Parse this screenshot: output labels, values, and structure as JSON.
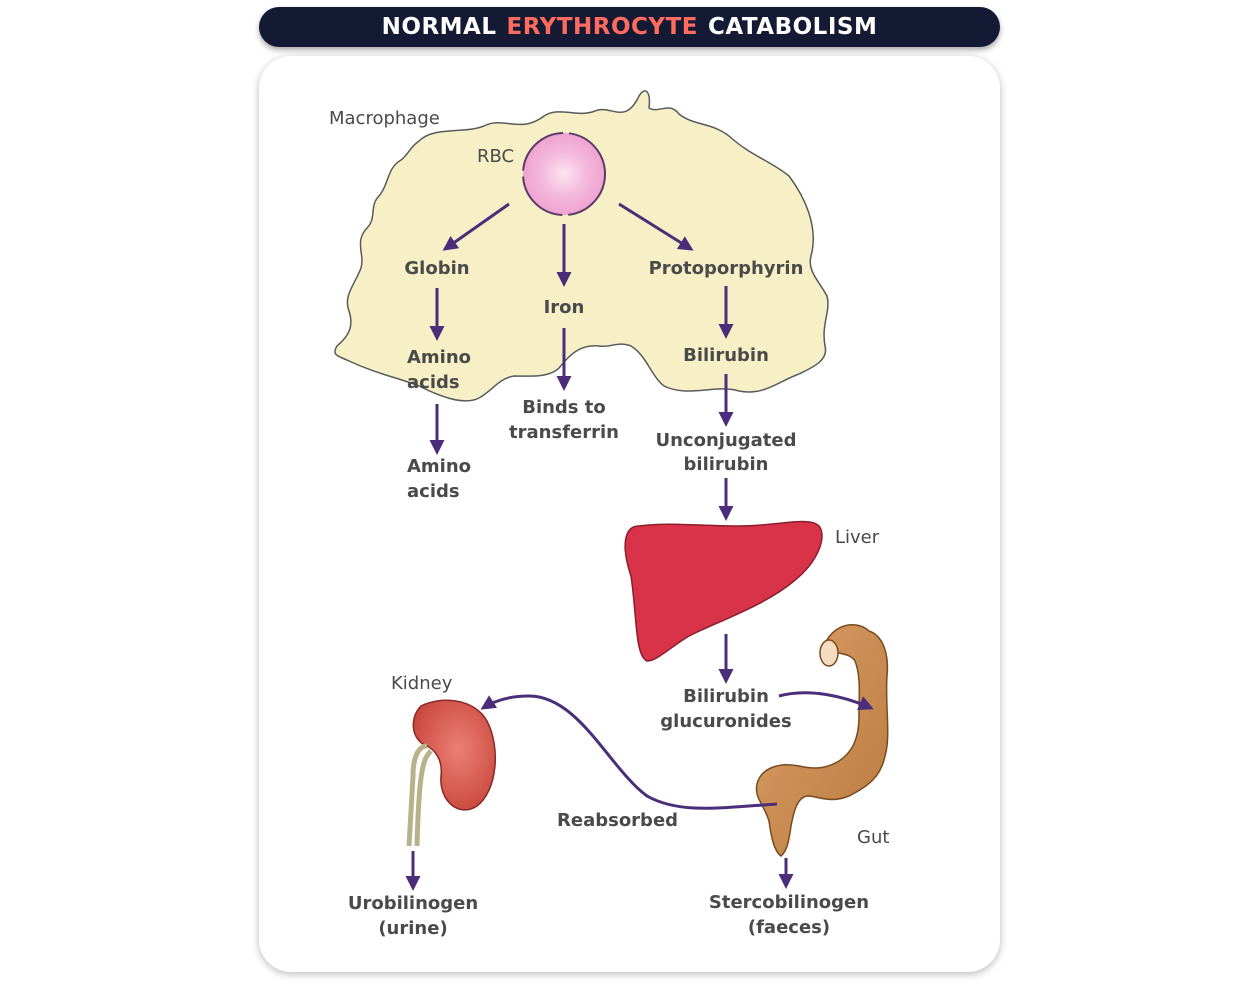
{
  "header": {
    "title_part1": "NORMAL",
    "title_accent": "ERYTHROCYTE",
    "title_part2": "CATABOLISM"
  },
  "colors": {
    "header_bg": "#141a33",
    "accent": "#ff6b5e",
    "arrow": "#4b2d7a",
    "macrophage": "#f7f0c6",
    "liver": "#d9334a",
    "kidney": "#e05f55",
    "gut": "#c98a4a"
  },
  "diagram": {
    "macrophage": "Macrophage",
    "rbc": "RBC",
    "globin": "Globin",
    "iron": "Iron",
    "protoporphyrin": "Protoporphyrin",
    "amino_acids_inner_1": "Amino",
    "amino_acids_inner_2": "acids",
    "bilirubin": "Bilirubin",
    "binds_to_1": "Binds to",
    "binds_to_2": "transferrin",
    "amino_acids_outer_1": "Amino",
    "amino_acids_outer_2": "acids",
    "unconjugated_1": "Unconjugated",
    "unconjugated_2": "bilirubin",
    "liver": "Liver",
    "bilirubin_gluc_1": "Bilirubin",
    "bilirubin_gluc_2": "glucuronides",
    "kidney": "Kidney",
    "reabsorbed": "Reabsorbed",
    "gut": "Gut",
    "urobilinogen_1": "Urobilinogen",
    "urobilinogen_2": "(urine)",
    "stercobilinogen_1": "Stercobilinogen",
    "stercobilinogen_2": "(faeces)"
  }
}
